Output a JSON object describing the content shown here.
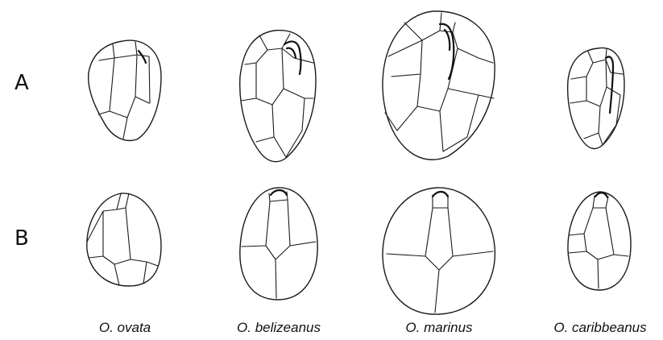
{
  "rows": {
    "a_label": "A",
    "b_label": "B"
  },
  "species": [
    {
      "label": "O. ovata"
    },
    {
      "label": "O. belizeanus"
    },
    {
      "label": "O. marinus"
    },
    {
      "label": "O. caribbeanus"
    }
  ],
  "colors": {
    "ink": "#1a1a1a",
    "background": "#ffffff"
  }
}
